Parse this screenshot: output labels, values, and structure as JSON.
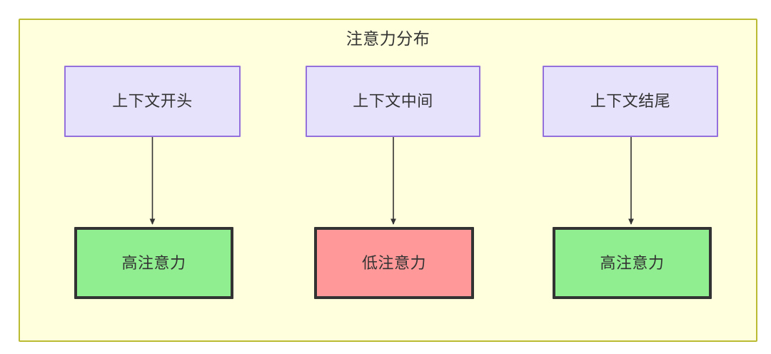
{
  "diagram": {
    "title": "注意力分布",
    "container": {
      "border_color": "#bbbb33",
      "fill_color": "#ffffdd"
    },
    "columns": [
      {
        "source": {
          "label": "上下文开头",
          "fill_color": "#e7e2fb",
          "border_color": "#9370db"
        },
        "target": {
          "label": "高注意力",
          "fill_color": "#90ee90",
          "border_color": "#333333"
        }
      },
      {
        "source": {
          "label": "上下文中间",
          "fill_color": "#e7e2fb",
          "border_color": "#9370db"
        },
        "target": {
          "label": "低注意力",
          "fill_color": "#ff9999",
          "border_color": "#333333"
        }
      },
      {
        "source": {
          "label": "上下文结尾",
          "fill_color": "#e7e2fb",
          "border_color": "#9370db"
        },
        "target": {
          "label": "高注意力",
          "fill_color": "#90ee90",
          "border_color": "#333333"
        }
      }
    ],
    "edges": [
      {
        "from": "上下文开头",
        "to": "高注意力",
        "style": "solid-arrow"
      },
      {
        "from": "上下文中间",
        "to": "低注意力",
        "style": "solid-arrow"
      },
      {
        "from": "上下文结尾",
        "to": "高注意力",
        "style": "solid-arrow"
      }
    ]
  }
}
